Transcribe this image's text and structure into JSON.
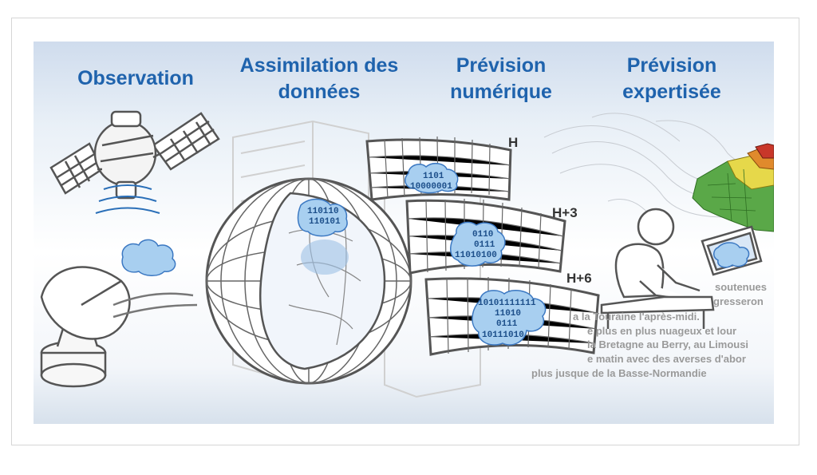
{
  "stages": [
    {
      "id": "observation",
      "title": "Observation"
    },
    {
      "id": "assimilation",
      "title": "Assimilation des données"
    },
    {
      "id": "prevision-numerique",
      "title": "Prévision numérique"
    },
    {
      "id": "prevision-expertisee",
      "title": "Prévision expertisée"
    }
  ],
  "grid_labels": {
    "h0": "H",
    "h3": "H+3",
    "h6": "H+6"
  },
  "binary": {
    "globe_1": "110110",
    "globe_2": "110101",
    "grid1_1": "1101",
    "grid1_2": "10000001",
    "grid2_1": "0110",
    "grid2_2": "0111",
    "grid2_3": "11010100",
    "grid3_1": "10101111111",
    "grid3_2": "11010",
    "grid3_3": "0111",
    "grid3_4": "10111010"
  },
  "forecast_text": [
    "soutenues",
    "gresseron",
    "a la Touraine l'après-midi.",
    "e plus en plus nuageux et lour",
    "la Bretagne au Berry, au Limousi",
    "e matin avec des averses d'abor",
    "plus jusque de la Basse-Normandie"
  ],
  "colors": {
    "title": "#1f63ad",
    "cloud": "#a8cff0",
    "cloud_stroke": "#3b78c2",
    "line": "#555555"
  }
}
